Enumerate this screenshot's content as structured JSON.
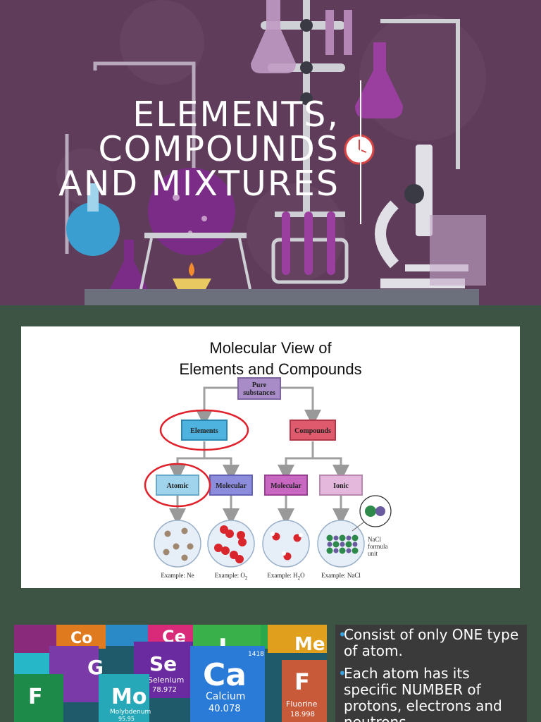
{
  "title": {
    "lines": [
      "ELEMENTS,",
      "COMPOUNDS",
      "AND MIXTURES"
    ]
  },
  "diagram": {
    "heading_line1": "Molecular View of",
    "heading_line2": "Elements and Compounds",
    "nodes": {
      "pure_line1": "Pure",
      "pure_line2": "substances",
      "elements": "Elements",
      "compounds": "Compounds",
      "atomic": "Atomic",
      "molecular_el": "Molecular",
      "molecular_co": "Molecular",
      "ionic": "Ionic"
    },
    "examples": {
      "ne": "Example: Ne",
      "o2_pre": "Example: O",
      "o2_sub": "2",
      "h2o_pre": "Example: H",
      "h2o_sub": "2",
      "h2o_post": "O",
      "nacl": "Example: NaCl"
    },
    "nacl_note": [
      "NaCl",
      "formula",
      "unit"
    ],
    "colors": {
      "element_box": "#4fb3e0",
      "compound_box": "#e05a6e",
      "pure_box": "#a88cc8",
      "highlight_circle": "#e0202a"
    }
  },
  "tiles": {
    "symbols": {
      "se": "Se",
      "se_name": "Selenium",
      "se_mass": "78.972",
      "ca": "Ca",
      "ca_name": "Calcium",
      "ca_mass": "40.078",
      "ca_num": "1418",
      "mo": "Mo",
      "mo_name": "Molybdenum",
      "mo_mass": "95.95",
      "f": "F",
      "f_name": "Fluorine",
      "f_mass": "18.998",
      "i": "I",
      "g": "G",
      "ce": "Ce",
      "co": "Co",
      "me": "Me"
    }
  },
  "bullets": {
    "marker": "•",
    "items": [
      "Consist of only ONE type of atom.",
      "Each atom has its specific NUMBER of protons, electrons and neutrons."
    ]
  }
}
